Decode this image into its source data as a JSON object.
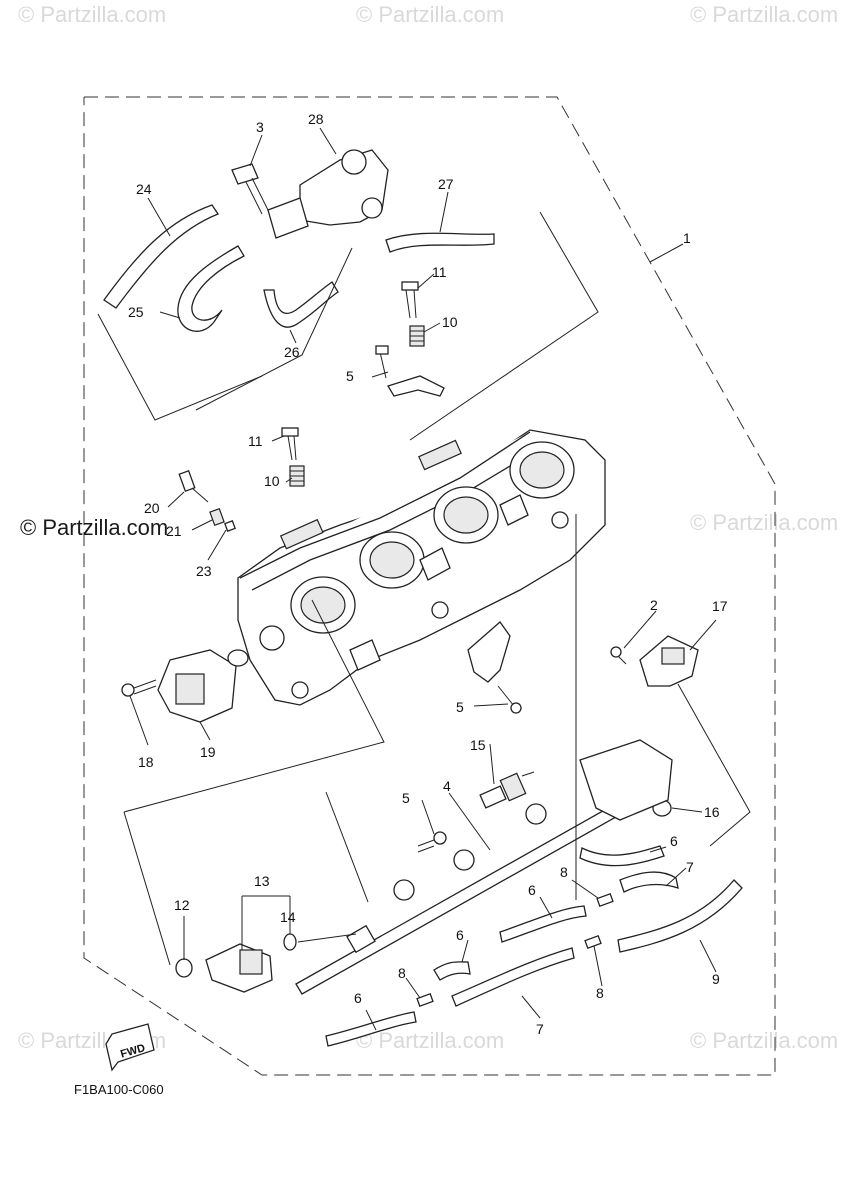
{
  "watermark": {
    "text": "© Partzilla.com",
    "dark_text": "© Partzilla.com"
  },
  "diagram_code": "F1BA100-C060",
  "fwd_label": "FWD",
  "callouts": {
    "c1": "1",
    "c2": "2",
    "c3": "3",
    "c4": "4",
    "c5a": "5",
    "c5b": "5",
    "c5c": "5",
    "c6a": "6",
    "c6b": "6",
    "c6c": "6",
    "c6d": "6",
    "c7a": "7",
    "c7b": "7",
    "c8a": "8",
    "c8b": "8",
    "c8c": "8",
    "c9": "9",
    "c10a": "10",
    "c10b": "10",
    "c11a": "11",
    "c11b": "11",
    "c12": "12",
    "c13": "13",
    "c14": "14",
    "c15": "15",
    "c16": "16",
    "c17": "17",
    "c18": "18",
    "c19": "19",
    "c20": "20",
    "c21": "21",
    "c23": "23",
    "c24": "24",
    "c25": "25",
    "c26": "26",
    "c27": "27",
    "c28": "28"
  }
}
